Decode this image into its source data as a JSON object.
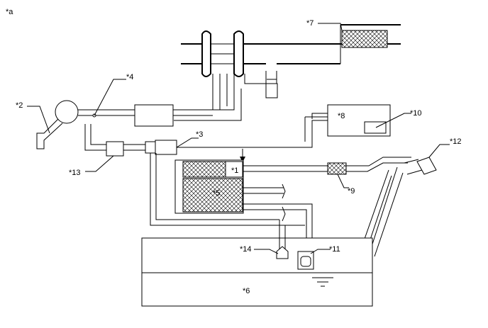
{
  "diagram": {
    "corner_label": "*a",
    "labels": {
      "l1": "*1",
      "l2": "*2",
      "l3": "*3",
      "l4": "*4",
      "l5": "*5",
      "l6": "*6",
      "l7": "*7",
      "l8": "*8",
      "l9": "*9",
      "l10": "*10",
      "l11": "*11",
      "l12": "*12",
      "l13": "*13",
      "l14": "*14"
    }
  }
}
